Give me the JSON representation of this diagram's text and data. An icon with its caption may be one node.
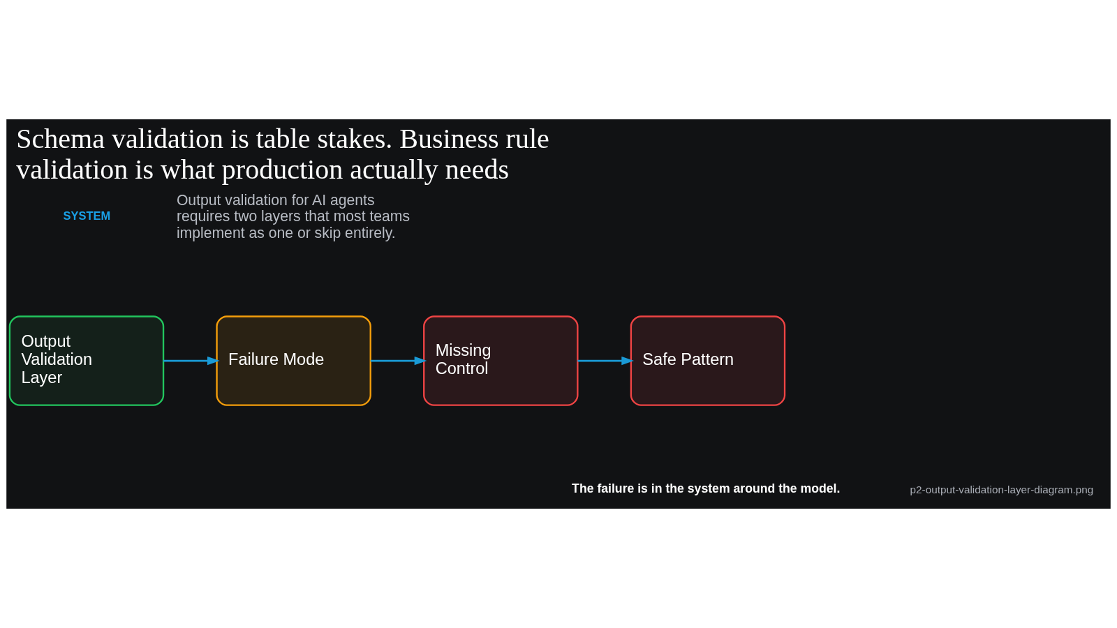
{
  "diagram": {
    "title": "Schema validation is table stakes. Business rule validation is what production actually needs",
    "nodes": [
      {
        "text": [
          "Output Validation Layer"
        ]
      },
      {
        "text": [
          "Failure Mode"
        ]
      },
      {
        "text": [
          "Missing Control"
        ]
      },
      {
        "text": [
          "Safe Pattern"
        ]
      }
    ],
    "edges": [
      {
        "from": 0,
        "to": 1,
        "arrow": "to"
      },
      {
        "from": 1,
        "to": 2,
        "arrow": "to"
      },
      {
        "from": 2,
        "to": 3,
        "arrow": "to"
      }
    ],
    "labels": [
      "SYSTEM",
      "Output validation for AI agents requires two layers that most teams implement as one or skip entirely.",
      "The failure is in the system around the model.",
      "p2-output-validation-layer-diagram.png"
    ]
  }
}
